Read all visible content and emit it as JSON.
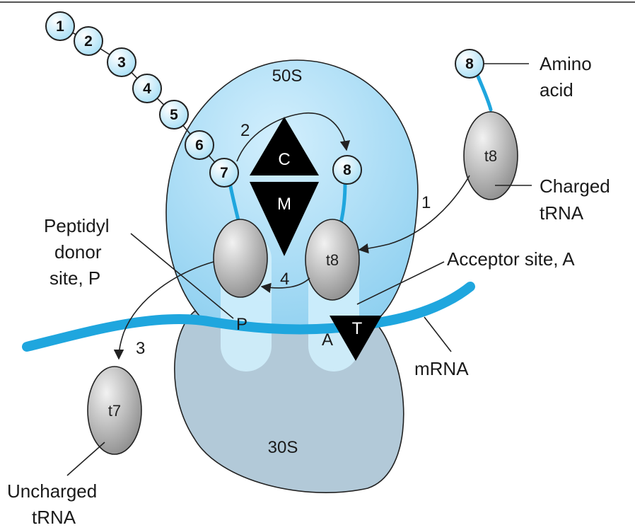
{
  "subunits": {
    "large": "50S",
    "small": "30S"
  },
  "chain_beads": [
    "1",
    "2",
    "3",
    "4",
    "5",
    "6",
    "7"
  ],
  "incoming_bead": "8",
  "site_beads": {
    "ribosome_8": "8"
  },
  "triangles": {
    "top": "C",
    "middle": "M",
    "right": "T"
  },
  "trna": {
    "p_site": "",
    "a_site": "t8",
    "charged": "t8",
    "uncharged": "t7"
  },
  "steps": {
    "s1": "1",
    "s2": "2",
    "s3": "3",
    "s4": "4"
  },
  "site_letters": {
    "p": "P",
    "a": "A"
  },
  "labels": {
    "amino_acid_1": "Amino",
    "amino_acid_2": "acid",
    "charged_trna_1": "Charged",
    "charged_trna_2": "tRNA",
    "peptidyl_1": "Peptidyl",
    "peptidyl_2": "donor",
    "peptidyl_3": "site, P",
    "acceptor": "Acceptor site, A",
    "mrna": "mRNA",
    "uncharged_1": "Uncharged",
    "uncharged_2": "tRNA"
  },
  "colors": {
    "large_subunit": "#a9dcf5",
    "small_subunit": "#b7cbd9",
    "mrna": "#1fa6de",
    "bead": "#cdeefb",
    "trna": "#bdbdbd"
  }
}
